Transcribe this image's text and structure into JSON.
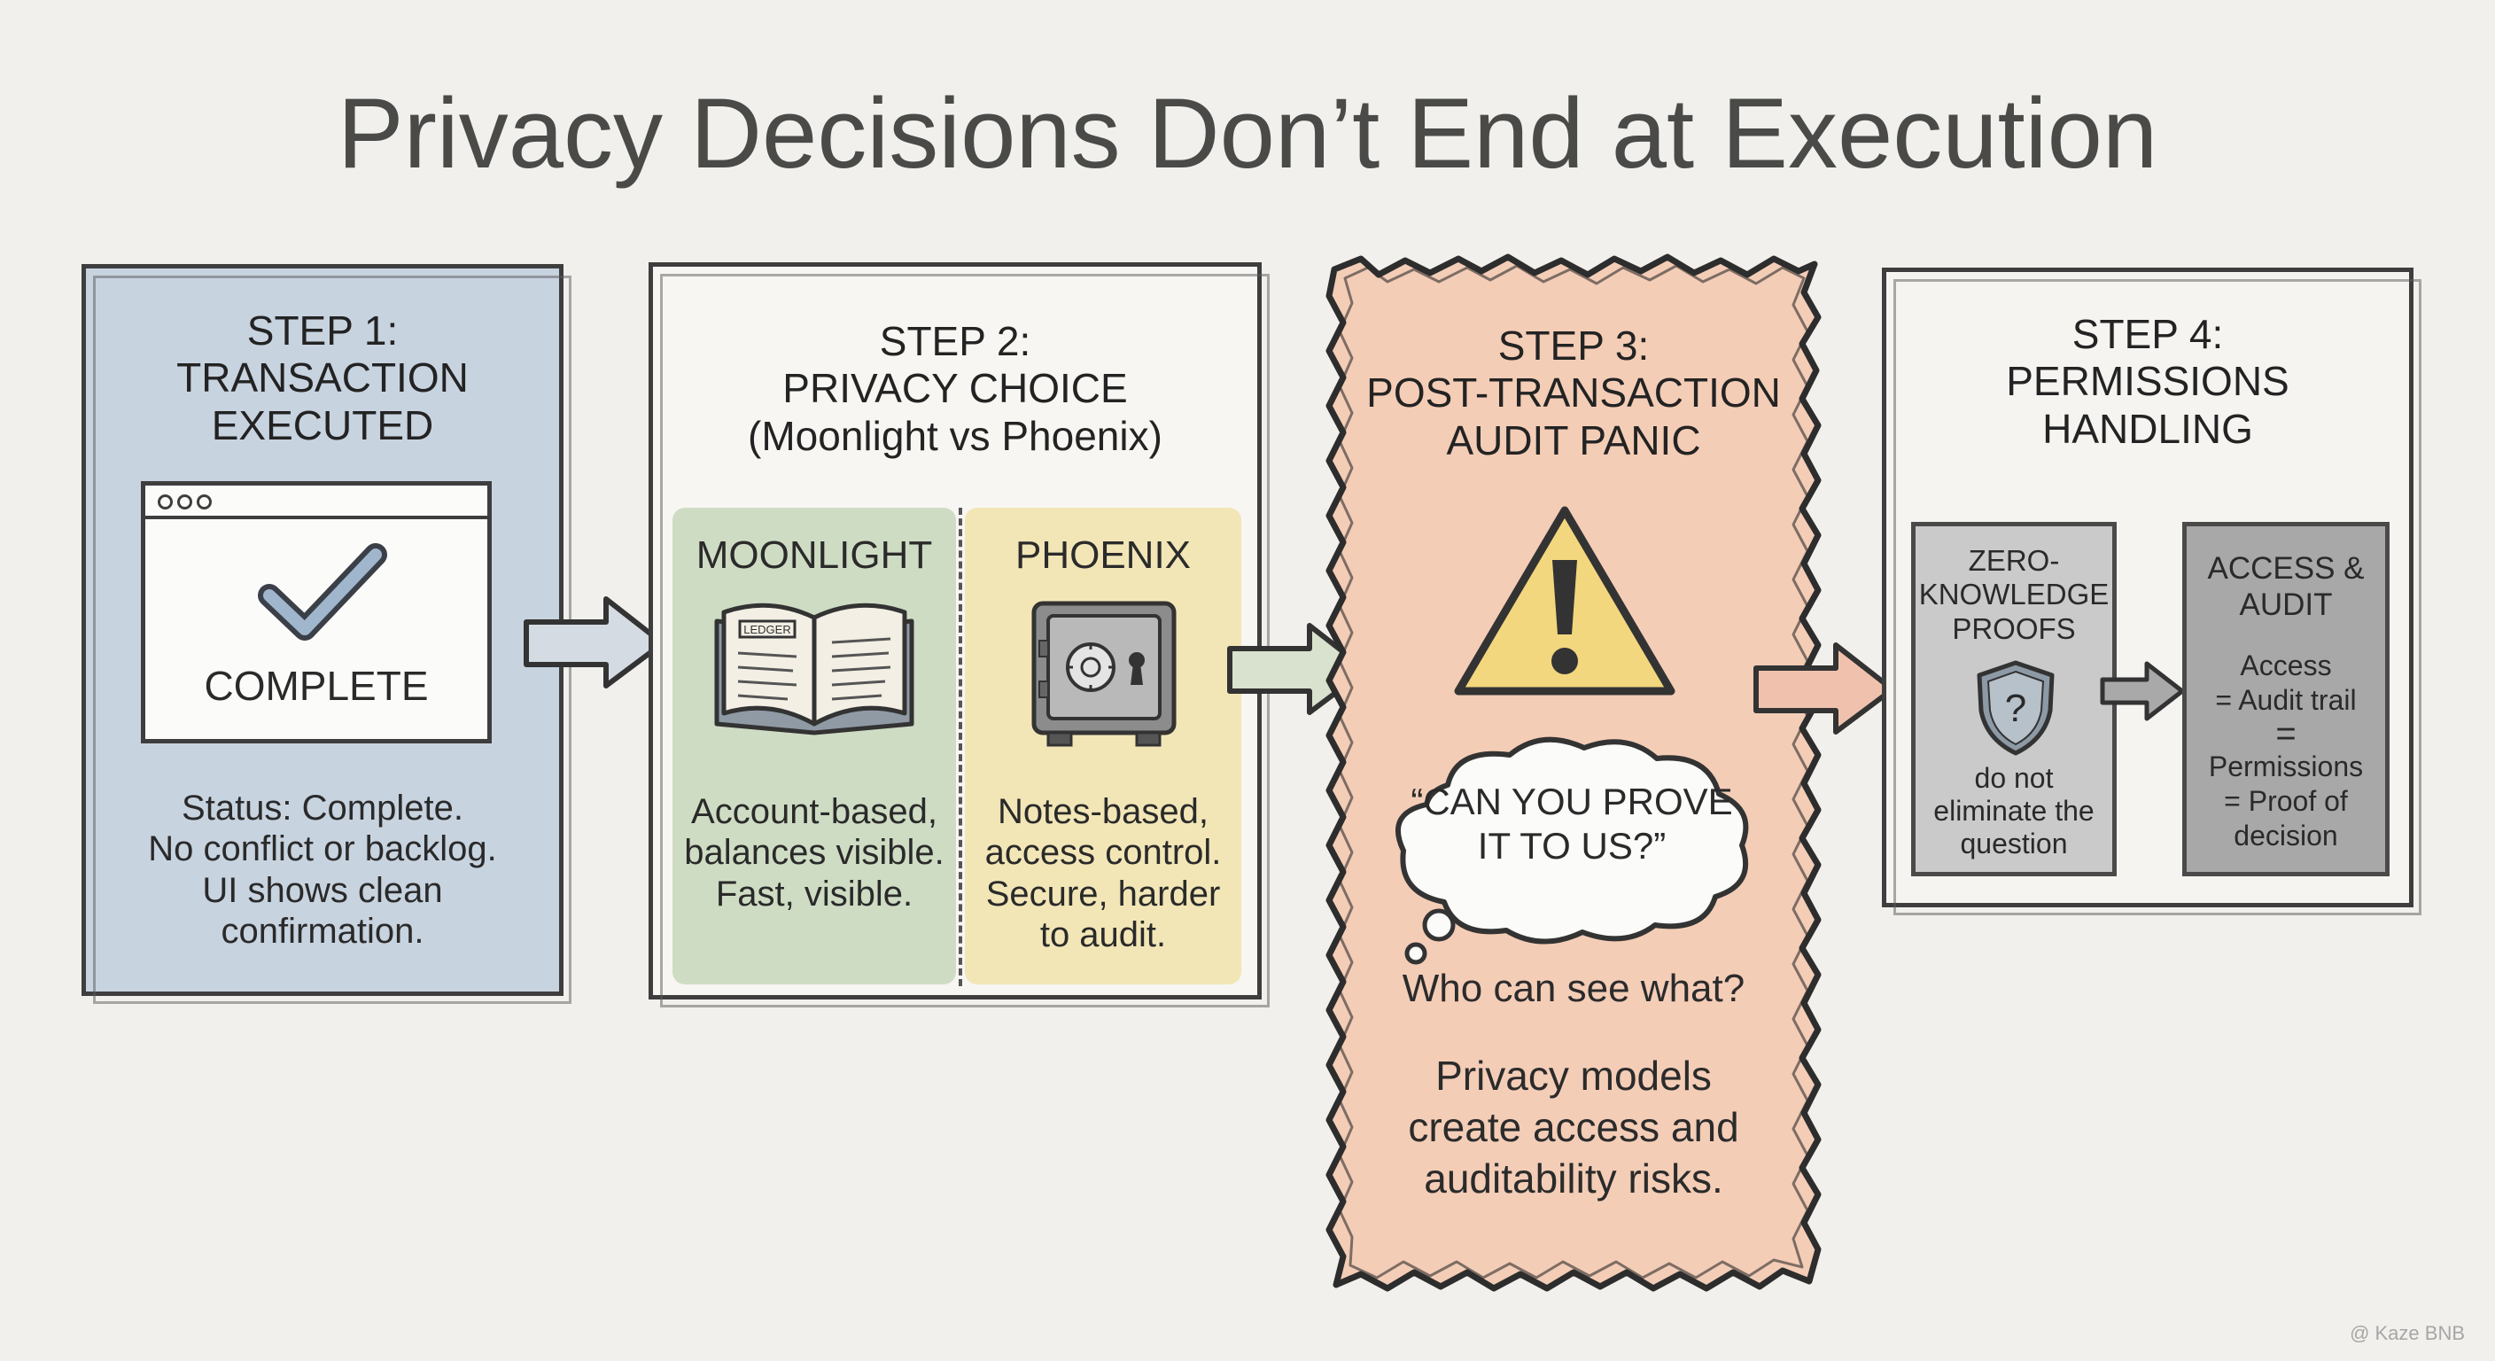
{
  "title": "Privacy Decisions Don’t End at Execution",
  "colors": {
    "step1_fill": "#c8d3e0",
    "moonlight_fill": "#cfdcc4",
    "phoenix_fill": "#f2e6b7",
    "step3_fill": "#f4cdb7",
    "step4_card": "#cacaca",
    "step4_card_dark": "#a8a8a8",
    "warning_yellow": "#f2d77e"
  },
  "step1": {
    "heading": [
      "STEP 1:",
      "TRANSACTION",
      "EXECUTED"
    ],
    "window_label": "COMPLETE",
    "icon": "checkmark-icon",
    "body": [
      "Status: Complete.",
      "No conflict or backlog.",
      "UI shows clean",
      "confirmation."
    ]
  },
  "step2": {
    "heading": [
      "STEP 2:",
      "PRIVACY CHOICE",
      "(Moonlight vs Phoenix)"
    ],
    "moonlight": {
      "title": "MOONLIGHT",
      "icon": "ledger-book-icon",
      "ledger_label": "LEDGER",
      "body": [
        "Account-based,",
        "balances visible.",
        "Fast, visible."
      ]
    },
    "phoenix": {
      "title": "PHOENIX",
      "icon": "safe-icon",
      "body": [
        "Notes-based,",
        "access control.",
        "Secure, harder",
        "to audit."
      ]
    }
  },
  "step3": {
    "heading": [
      "STEP 3:",
      "POST-TRANSACTION",
      "AUDIT PANIC"
    ],
    "icon": "warning-icon",
    "bubble": [
      "“CAN YOU PROVE",
      "IT TO US?”"
    ],
    "question": "Who can see what?",
    "body": [
      "Privacy models",
      "create access and",
      "auditability risks."
    ]
  },
  "step4": {
    "heading": [
      "STEP 4:",
      "PERMISSIONS",
      "HANDLING"
    ],
    "zk": {
      "title": [
        "ZERO-",
        "KNOWLEDGE",
        "PROOFS"
      ],
      "icon": "shield-question-icon",
      "body": [
        "do not",
        "eliminate the",
        "question"
      ]
    },
    "audit": {
      "title": [
        "ACCESS &",
        "AUDIT"
      ],
      "lines": [
        "Access",
        "= Audit trail",
        "=",
        "Permissions",
        "= Proof of",
        "decision"
      ]
    }
  },
  "watermark": "@ Kaze BNB"
}
